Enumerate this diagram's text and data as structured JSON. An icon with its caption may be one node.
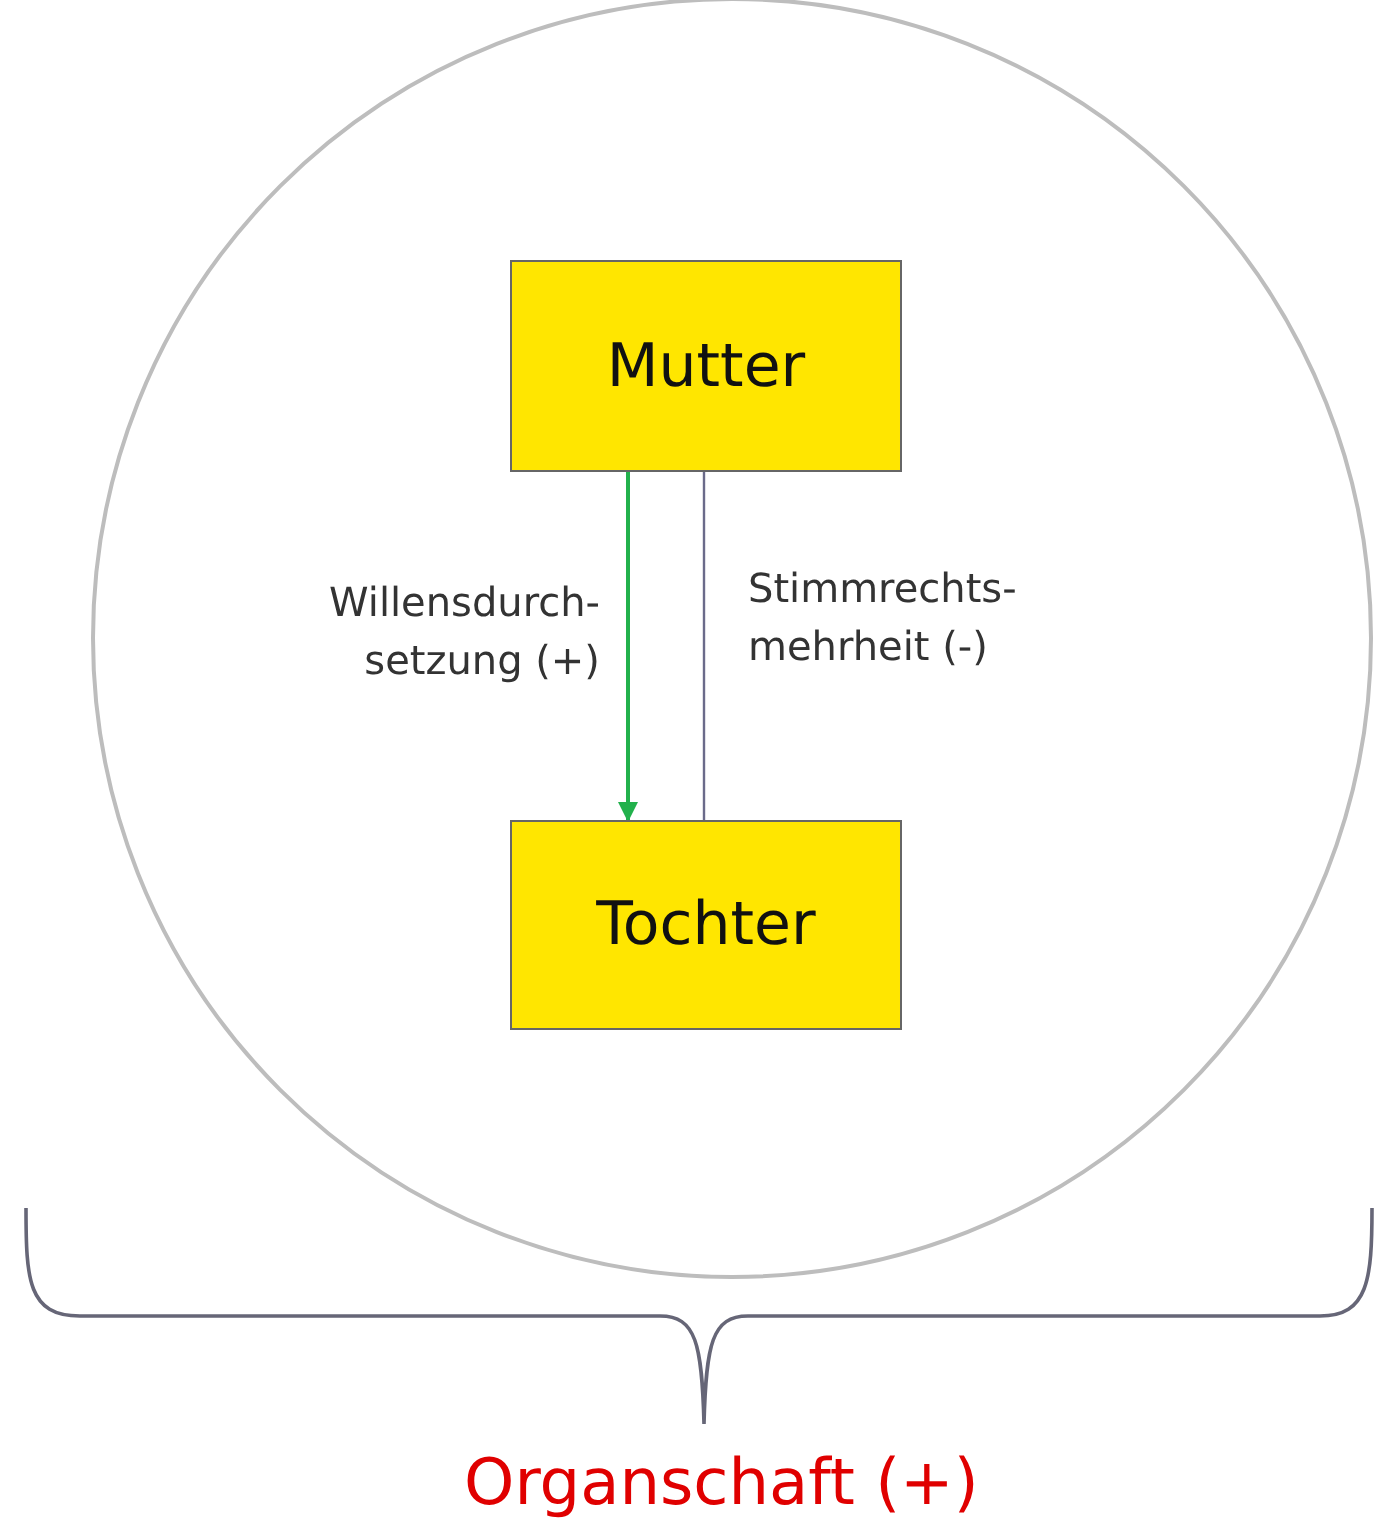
{
  "diagram": {
    "nodes": [
      {
        "text": [],
        "shape": "circle"
      },
      {
        "text": [
          "Mutter"
        ],
        "in": 0
      },
      {
        "text": [
          "Tochter"
        ],
        "in": 0
      }
    ],
    "edges": [
      {
        "from": 1,
        "to": 2,
        "arrow": "to",
        "label": "Willensdurch- setzung (+)",
        "color": "#22b14c"
      },
      {
        "from": 1,
        "to": 2,
        "arrow": "none",
        "label": "Stimmrechts- mehrheit (-)",
        "color": "#6b6b8a"
      }
    ],
    "labels": [
      "Organschaft (+)"
    ]
  }
}
